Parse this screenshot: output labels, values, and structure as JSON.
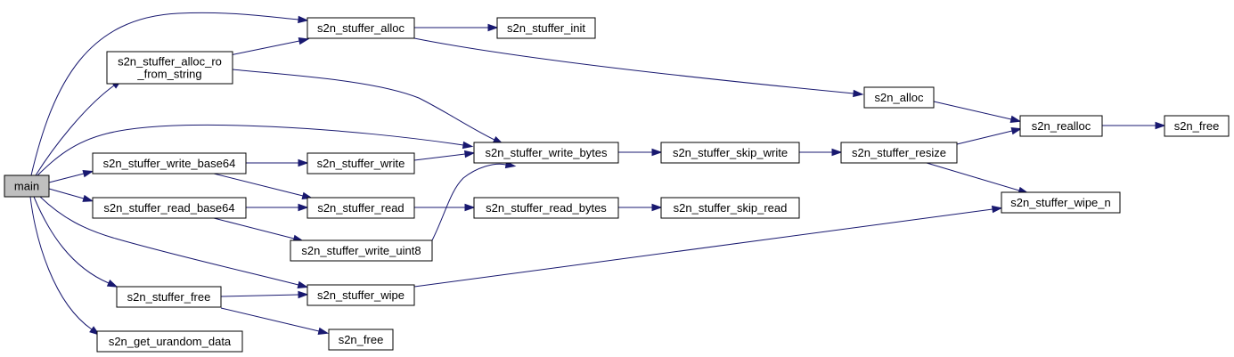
{
  "graph": {
    "edge_color": "#191970",
    "root_fill": "#bfbfbf",
    "nodes": [
      {
        "id": "main",
        "lines": [
          "main"
        ]
      },
      {
        "id": "s2n_stuffer_alloc",
        "lines": [
          "s2n_stuffer_alloc"
        ]
      },
      {
        "id": "s2n_stuffer_init",
        "lines": [
          "s2n_stuffer_init"
        ]
      },
      {
        "id": "s2n_stuffer_alloc_ro_from_string",
        "lines": [
          "s2n_stuffer_alloc_ro",
          "_from_string"
        ]
      },
      {
        "id": "s2n_alloc",
        "lines": [
          "s2n_alloc"
        ]
      },
      {
        "id": "s2n_realloc",
        "lines": [
          "s2n_realloc"
        ]
      },
      {
        "id": "s2n_free_right",
        "lines": [
          "s2n_free"
        ]
      },
      {
        "id": "s2n_stuffer_write_base64",
        "lines": [
          "s2n_stuffer_write_base64"
        ]
      },
      {
        "id": "s2n_stuffer_write",
        "lines": [
          "s2n_stuffer_write"
        ]
      },
      {
        "id": "s2n_stuffer_write_bytes",
        "lines": [
          "s2n_stuffer_write_bytes"
        ]
      },
      {
        "id": "s2n_stuffer_skip_write",
        "lines": [
          "s2n_stuffer_skip_write"
        ]
      },
      {
        "id": "s2n_stuffer_resize",
        "lines": [
          "s2n_stuffer_resize"
        ]
      },
      {
        "id": "s2n_stuffer_wipe_n",
        "lines": [
          "s2n_stuffer_wipe_n"
        ]
      },
      {
        "id": "s2n_stuffer_read_base64",
        "lines": [
          "s2n_stuffer_read_base64"
        ]
      },
      {
        "id": "s2n_stuffer_read",
        "lines": [
          "s2n_stuffer_read"
        ]
      },
      {
        "id": "s2n_stuffer_read_bytes",
        "lines": [
          "s2n_stuffer_read_bytes"
        ]
      },
      {
        "id": "s2n_stuffer_skip_read",
        "lines": [
          "s2n_stuffer_skip_read"
        ]
      },
      {
        "id": "s2n_stuffer_write_uint8",
        "lines": [
          "s2n_stuffer_write_uint8"
        ]
      },
      {
        "id": "s2n_stuffer_free",
        "lines": [
          "s2n_stuffer_free"
        ]
      },
      {
        "id": "s2n_stuffer_wipe",
        "lines": [
          "s2n_stuffer_wipe"
        ]
      },
      {
        "id": "s2n_free_bottom",
        "lines": [
          "s2n_free"
        ]
      },
      {
        "id": "s2n_get_urandom_data",
        "lines": [
          "s2n_get_urandom_data"
        ]
      }
    ],
    "edges": [
      {
        "from": "main",
        "to": "s2n_stuffer_alloc"
      },
      {
        "from": "main",
        "to": "s2n_stuffer_alloc_ro_from_string"
      },
      {
        "from": "main",
        "to": "s2n_stuffer_write_bytes"
      },
      {
        "from": "main",
        "to": "s2n_stuffer_write_base64"
      },
      {
        "from": "main",
        "to": "s2n_stuffer_read_base64"
      },
      {
        "from": "main",
        "to": "s2n_stuffer_wipe"
      },
      {
        "from": "main",
        "to": "s2n_stuffer_free"
      },
      {
        "from": "main",
        "to": "s2n_get_urandom_data"
      },
      {
        "from": "s2n_stuffer_alloc",
        "to": "s2n_stuffer_init"
      },
      {
        "from": "s2n_stuffer_alloc",
        "to": "s2n_alloc"
      },
      {
        "from": "s2n_stuffer_alloc_ro_from_string",
        "to": "s2n_stuffer_alloc"
      },
      {
        "from": "s2n_stuffer_alloc_ro_from_string",
        "to": "s2n_stuffer_write_bytes"
      },
      {
        "from": "s2n_alloc",
        "to": "s2n_realloc"
      },
      {
        "from": "s2n_realloc",
        "to": "s2n_free_right"
      },
      {
        "from": "s2n_stuffer_write_base64",
        "to": "s2n_stuffer_write"
      },
      {
        "from": "s2n_stuffer_write_base64",
        "to": "s2n_stuffer_read"
      },
      {
        "from": "s2n_stuffer_write",
        "to": "s2n_stuffer_write_bytes"
      },
      {
        "from": "s2n_stuffer_write_bytes",
        "to": "s2n_stuffer_skip_write"
      },
      {
        "from": "s2n_stuffer_skip_write",
        "to": "s2n_stuffer_resize"
      },
      {
        "from": "s2n_stuffer_resize",
        "to": "s2n_realloc"
      },
      {
        "from": "s2n_stuffer_resize",
        "to": "s2n_stuffer_wipe_n"
      },
      {
        "from": "s2n_stuffer_read_base64",
        "to": "s2n_stuffer_read"
      },
      {
        "from": "s2n_stuffer_read_base64",
        "to": "s2n_stuffer_write_uint8"
      },
      {
        "from": "s2n_stuffer_read",
        "to": "s2n_stuffer_read_bytes"
      },
      {
        "from": "s2n_stuffer_read_bytes",
        "to": "s2n_stuffer_skip_read"
      },
      {
        "from": "s2n_stuffer_write_uint8",
        "to": "s2n_stuffer_write_bytes"
      },
      {
        "from": "s2n_stuffer_free",
        "to": "s2n_stuffer_wipe"
      },
      {
        "from": "s2n_stuffer_free",
        "to": "s2n_free_bottom"
      },
      {
        "from": "s2n_stuffer_wipe",
        "to": "s2n_stuffer_wipe_n"
      }
    ]
  }
}
